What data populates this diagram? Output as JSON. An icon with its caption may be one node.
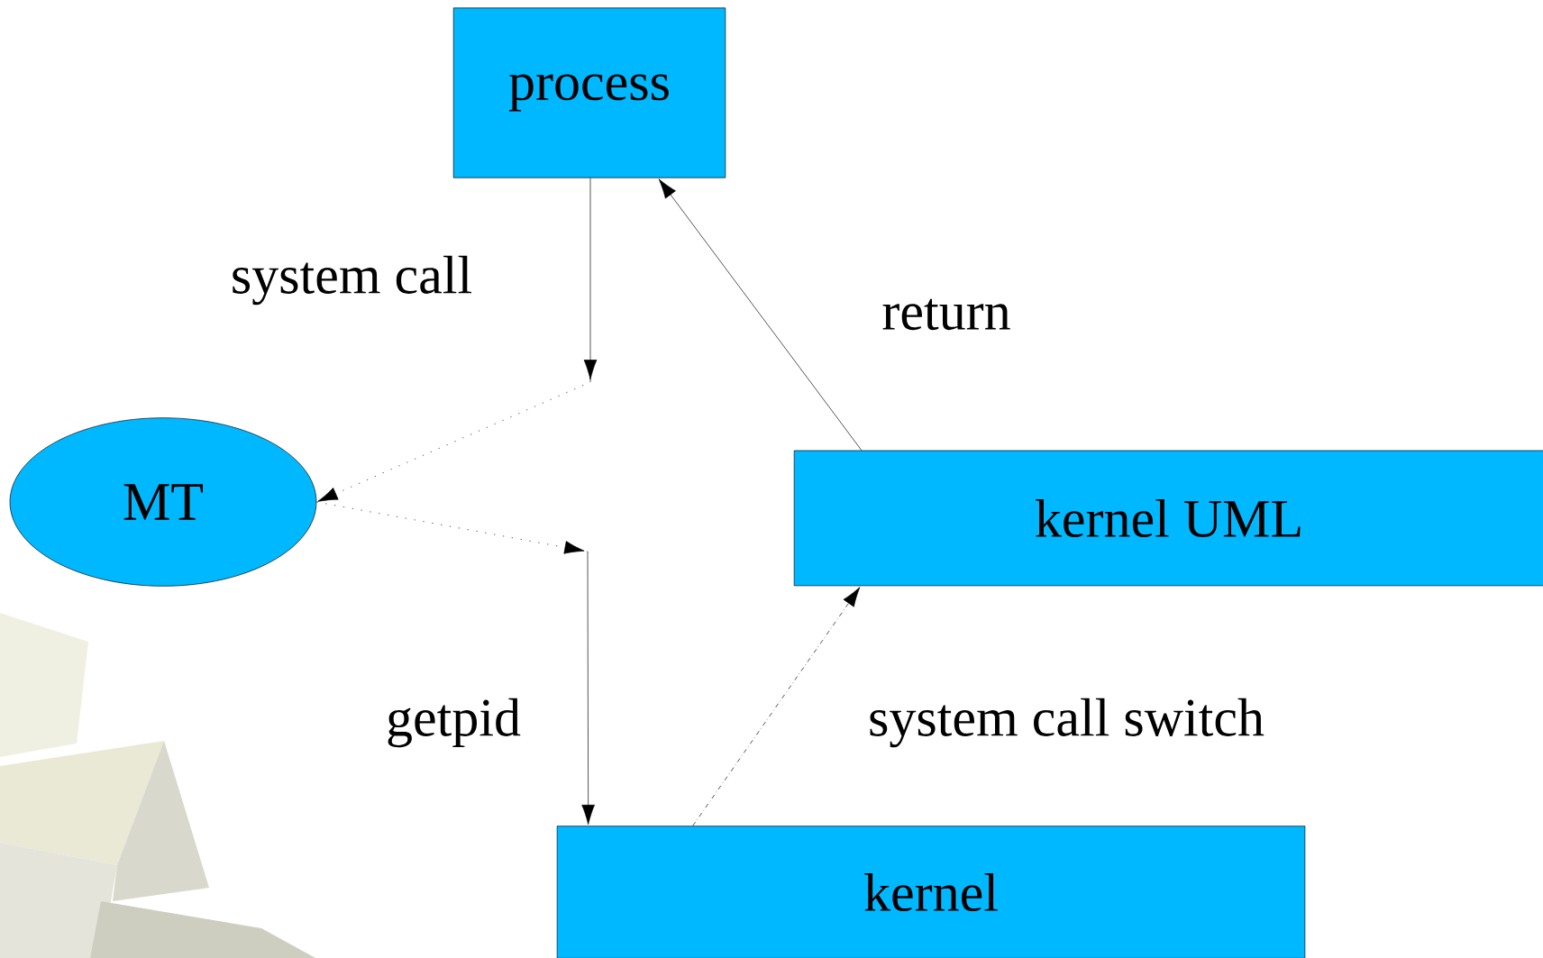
{
  "diagram": {
    "nodes": [
      {
        "text": [
          "process"
        ]
      },
      {
        "text": [
          "MT"
        ]
      },
      {
        "text": [
          "kernel UML"
        ]
      },
      {
        "text": [
          "kernel"
        ]
      }
    ],
    "edges": [
      {
        "from": 0,
        "to": 1,
        "arrow": "to",
        "label": "system call",
        "style": "dashed"
      },
      {
        "from": 1,
        "to": 3,
        "arrow": "to",
        "label": "getpid",
        "style": "dashed"
      },
      {
        "from": 3,
        "to": 2,
        "arrow": "to",
        "label": "system call switch",
        "style": "dashed"
      },
      {
        "from": 2,
        "to": 0,
        "arrow": "to",
        "label": "return"
      }
    ]
  }
}
